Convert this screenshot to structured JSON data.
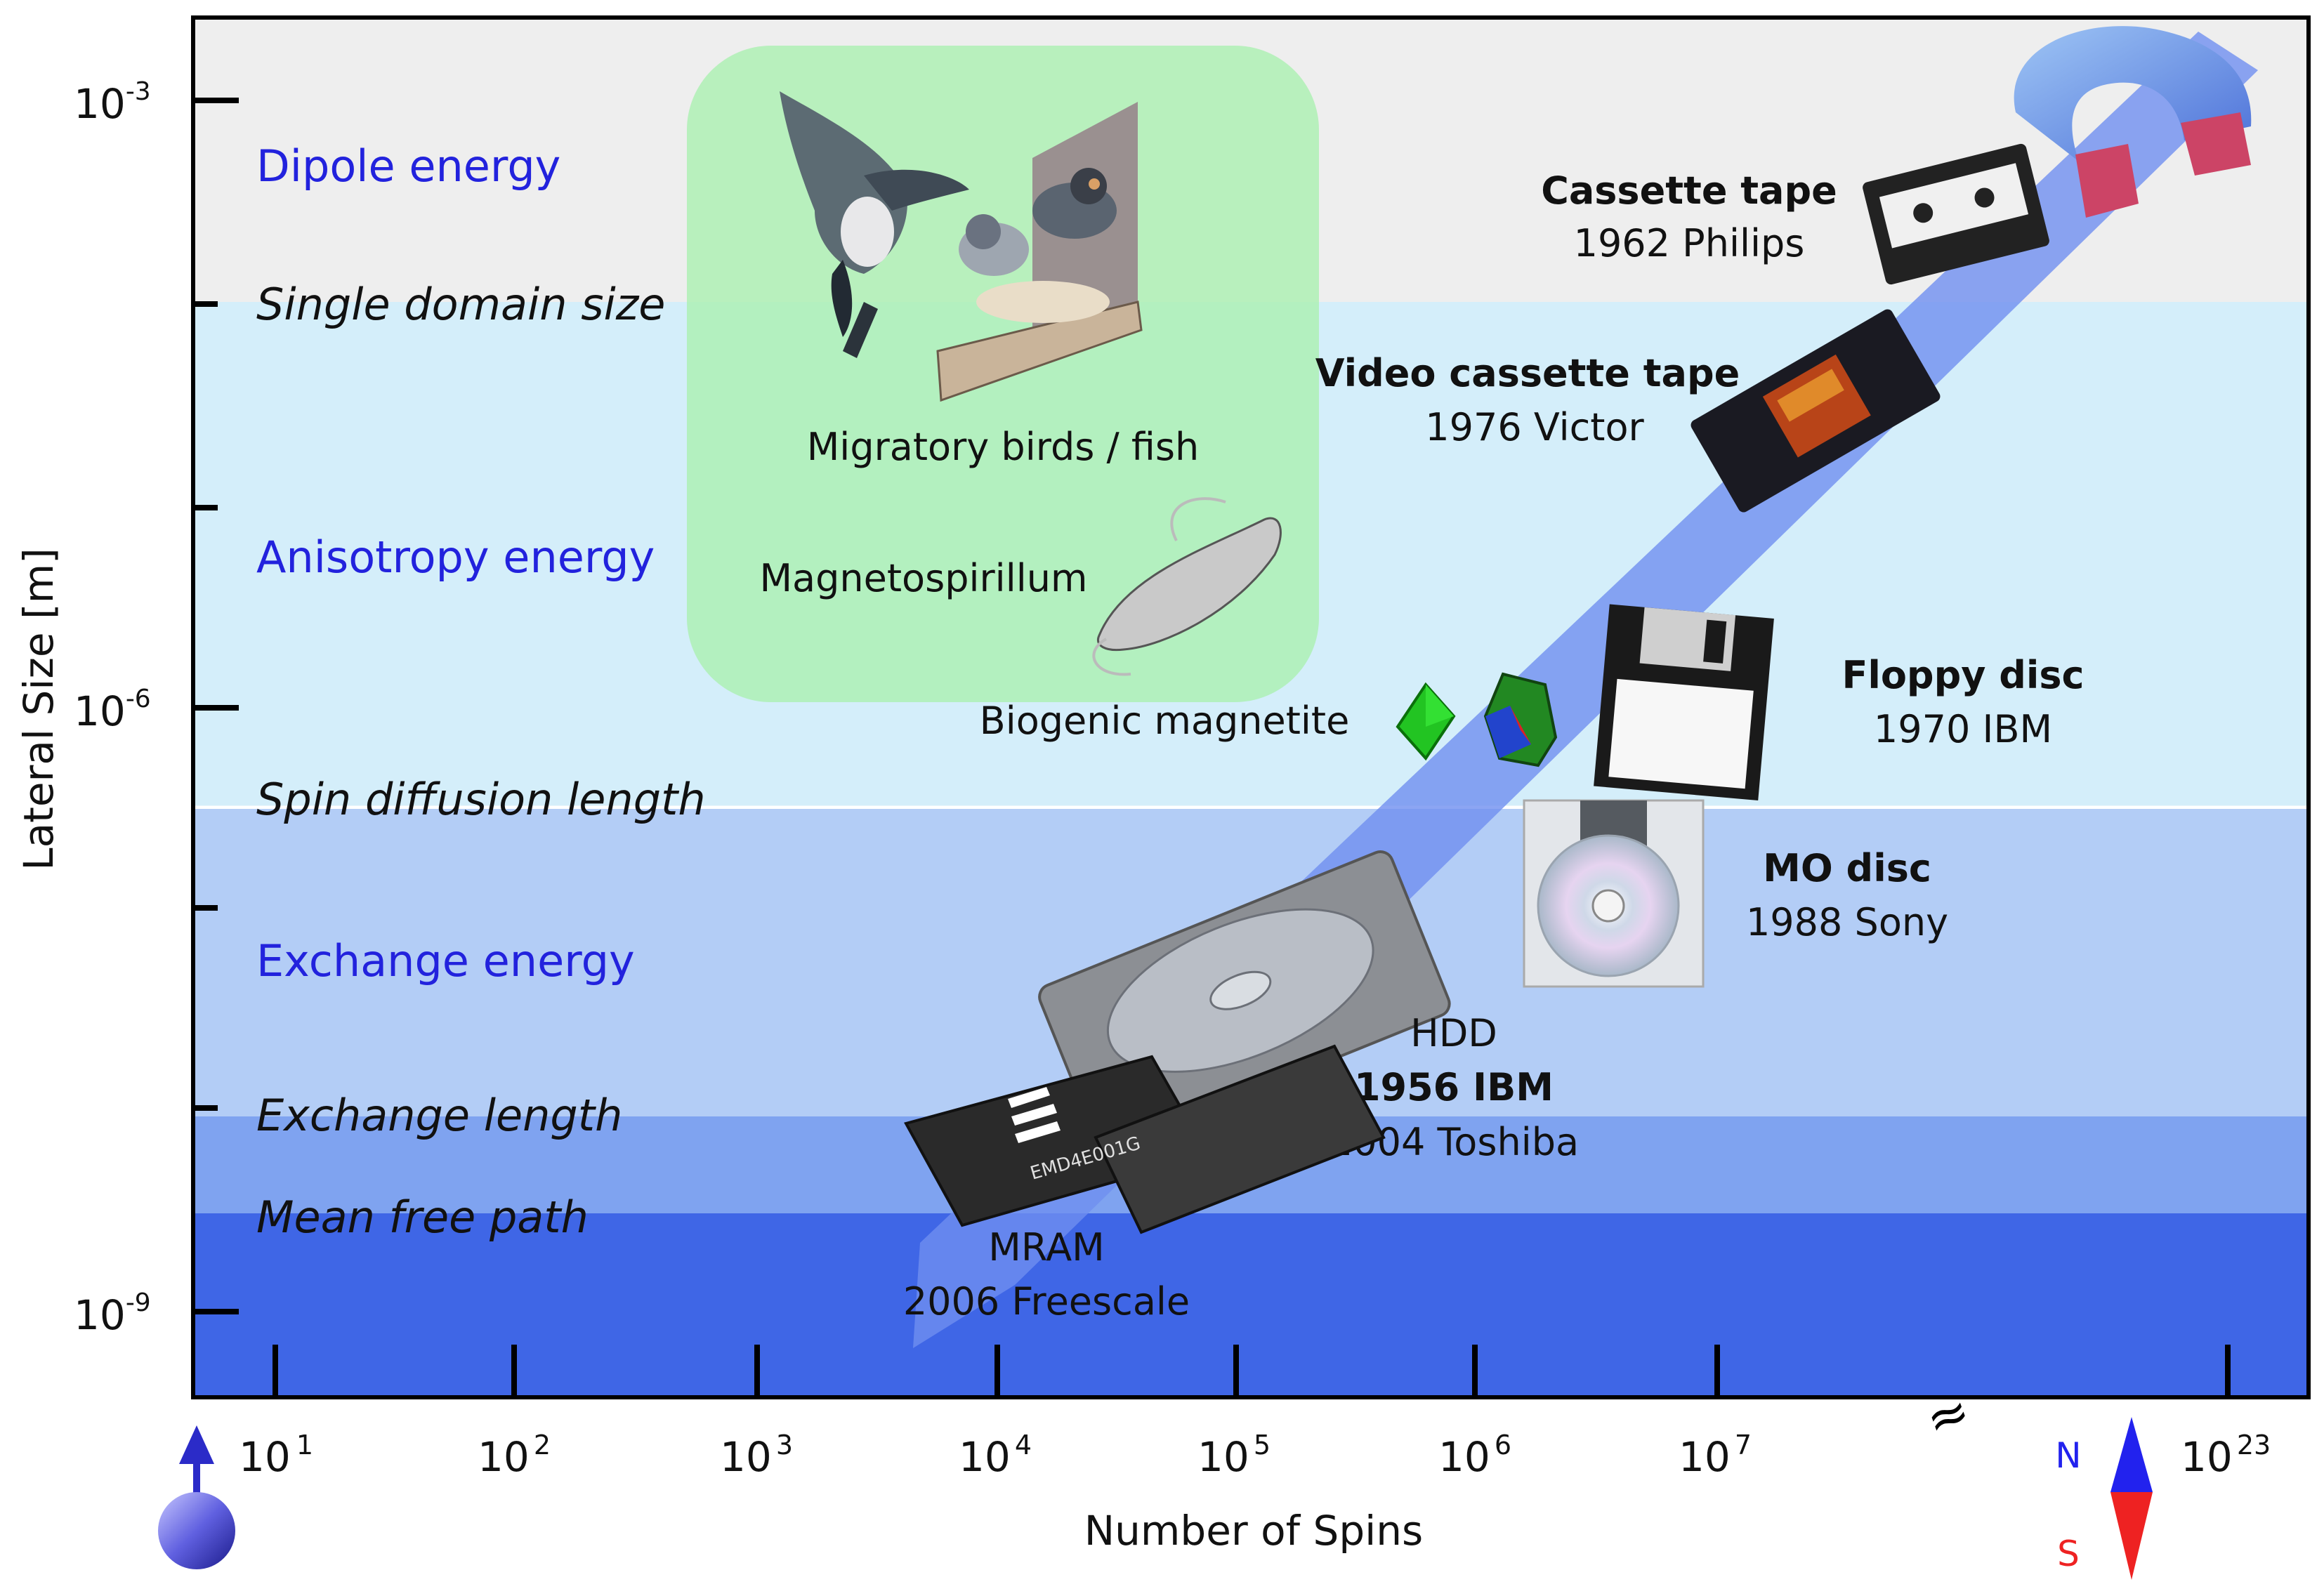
{
  "axes": {
    "y_title": "Lateral Size [m]",
    "x_title": "Number of Spins",
    "y_ticks": [
      {
        "base": "10",
        "exp": "-3"
      },
      {
        "base": "10",
        "exp": "-6"
      },
      {
        "base": "10",
        "exp": "-9"
      }
    ],
    "x_ticks": [
      {
        "base": "10",
        "exp": "1"
      },
      {
        "base": "10",
        "exp": "2"
      },
      {
        "base": "10",
        "exp": "3"
      },
      {
        "base": "10",
        "exp": "4"
      },
      {
        "base": "10",
        "exp": "5"
      },
      {
        "base": "10",
        "exp": "6"
      },
      {
        "base": "10",
        "exp": "7"
      },
      {
        "base": "10",
        "exp": "23"
      }
    ],
    "axis_break": "≈"
  },
  "regions": {
    "dipole": "Dipole energy",
    "single_domain": "Single domain size",
    "anisotropy": "Anisotropy energy",
    "spin_diffusion": "Spin diffusion length",
    "exchange": "Exchange energy",
    "exchange_length": "Exchange length",
    "mean_free_path": "Mean free path"
  },
  "bio": {
    "birds": "Migratory birds / fish",
    "bacteria": "Magnetospirillum",
    "magnetite": "Biogenic magnetite"
  },
  "devices": {
    "cassette": {
      "name": "Cassette tape",
      "year": "1962 Philips"
    },
    "video": {
      "name": "Video cassette tape",
      "year": "1976 Victor"
    },
    "floppy": {
      "name": "Floppy disc",
      "year": "1970 IBM"
    },
    "mo": {
      "name": "MO disc",
      "year": "1988 Sony"
    },
    "hdd": {
      "name": "HDD",
      "year1": "1956 IBM",
      "year2": "2004 Toshiba"
    },
    "mram": {
      "name": "MRAM",
      "year": "2006 Freescale"
    }
  },
  "chip_text": "EMD4E001G",
  "compass": {
    "north": "N",
    "south": "S"
  },
  "colors": {
    "dipole_band": "#eeeeee",
    "anisotropy_band": "#d4eefa",
    "exchange_band": "#b3cdf6",
    "exchange_length_band": "#7fa3f0",
    "mean_free_path_band": "#3f66e6",
    "bio_box": "#bff0c0",
    "trend_arrow": "#6f8ff0",
    "energy_text": "#2222dd"
  }
}
